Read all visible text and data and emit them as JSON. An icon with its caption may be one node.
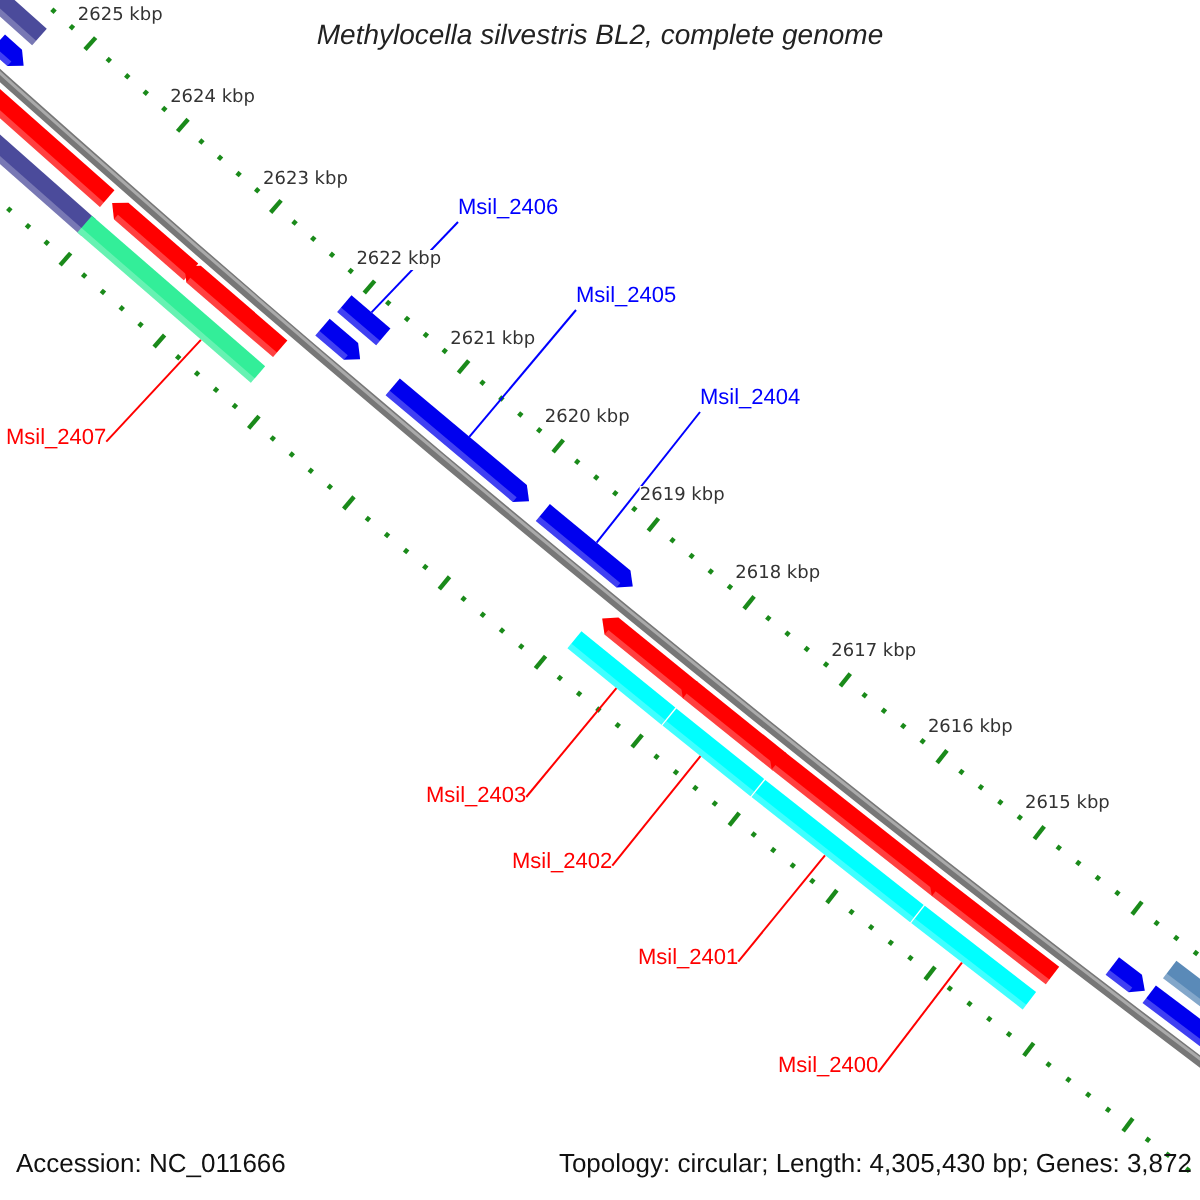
{
  "diagram": {
    "title": "Methylocella silvestris BL2, complete genome",
    "nodes": [
      {
        "text": [
          "Msil_2406"
        ]
      },
      {
        "text": [
          "Msil_2405"
        ]
      },
      {
        "text": [
          "Msil_2404"
        ]
      },
      {
        "text": [
          "Msil_2407"
        ]
      },
      {
        "text": [
          "Msil_2403"
        ]
      },
      {
        "text": [
          "Msil_2402"
        ]
      },
      {
        "text": [
          "Msil_2401"
        ]
      },
      {
        "text": [
          "Msil_2400"
        ]
      },
      {
        "text": [],
        "shape": "bar"
      },
      {
        "text": [],
        "shape": "arrow"
      },
      {
        "text": [],
        "shape": "bar"
      },
      {
        "text": [],
        "shape": "bar"
      },
      {
        "text": [],
        "shape": "arrow"
      },
      {
        "text": [],
        "shape": "arrow"
      },
      {
        "text": [],
        "shape": "bar"
      },
      {
        "text": [],
        "shape": "bar"
      },
      {
        "text": [],
        "shape": "arrow"
      },
      {
        "text": [],
        "shape": "arrow"
      },
      {
        "text": [],
        "shape": "arrow"
      },
      {
        "text": [],
        "shape": "arrow"
      },
      {
        "text": [],
        "shape": "arrow"
      },
      {
        "text": [],
        "shape": "arrow"
      },
      {
        "text": [],
        "shape": "arrow"
      },
      {
        "text": [],
        "shape": "bar"
      },
      {
        "text": [],
        "shape": "bar"
      },
      {
        "text": [],
        "shape": "bar"
      },
      {
        "text": [],
        "shape": "bar"
      },
      {
        "text": [],
        "shape": "arrow"
      },
      {
        "text": [],
        "shape": "bar"
      },
      {
        "text": [],
        "shape": "bar"
      }
    ],
    "edges": [
      {
        "from": 0,
        "to": 15,
        "arrow": "none",
        "color": "#0000ff"
      },
      {
        "from": 1,
        "to": 17,
        "arrow": "none",
        "color": "#0000ff"
      },
      {
        "from": 2,
        "to": 18,
        "arrow": "none",
        "color": "#0000ff"
      },
      {
        "from": 3,
        "to": 14,
        "arrow": "none"
      },
      {
        "from": 4,
        "to": 23,
        "arrow": "none"
      },
      {
        "from": 5,
        "to": 24,
        "arrow": "none"
      },
      {
        "from": 6,
        "to": 25,
        "arrow": "none"
      },
      {
        "from": 7,
        "to": 26,
        "arrow": "none"
      }
    ],
    "labels": [
      "2625 kbp",
      "2624 kbp",
      "2623 kbp",
      "2622 kbp",
      "2621 kbp",
      "2620 kbp",
      "2619 kbp",
      "2618 kbp",
      "2617 kbp",
      "2616 kbp",
      "2615 kbp",
      "Accession: NC_011666",
      "Topology: circular; Length: 4,305,430 bp; Genes: 3,872"
    ]
  }
}
